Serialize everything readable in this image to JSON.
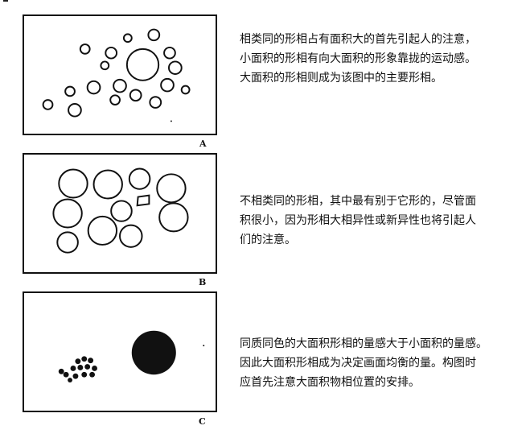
{
  "panels": [
    {
      "id": "A",
      "label": "A",
      "description_lines": [
        "相类同的形相占有面积大的首先引起人的注意，",
        "小面积的形相有向大面积的形象靠拢的运动感。",
        "大面积的形相则成为该图中的主要形相。"
      ]
    },
    {
      "id": "B",
      "label": "B",
      "description_lines": [
        "不相类同的形相，其中最有别于它形的，尽管面",
        "积很小，因为形相大相异性或新异性也将引起人",
        "们的注意。"
      ]
    },
    {
      "id": "C",
      "label": "C",
      "description_lines": [
        "同质同色的大面积形相的量感大于小面积的量感。",
        "因此大面积形相成为决定画面均衡的量。构图时",
        "应首先注意大面积物相位置的安排。"
      ]
    }
  ],
  "colors": {
    "ink": "#111111",
    "paper": "#ffffff"
  }
}
